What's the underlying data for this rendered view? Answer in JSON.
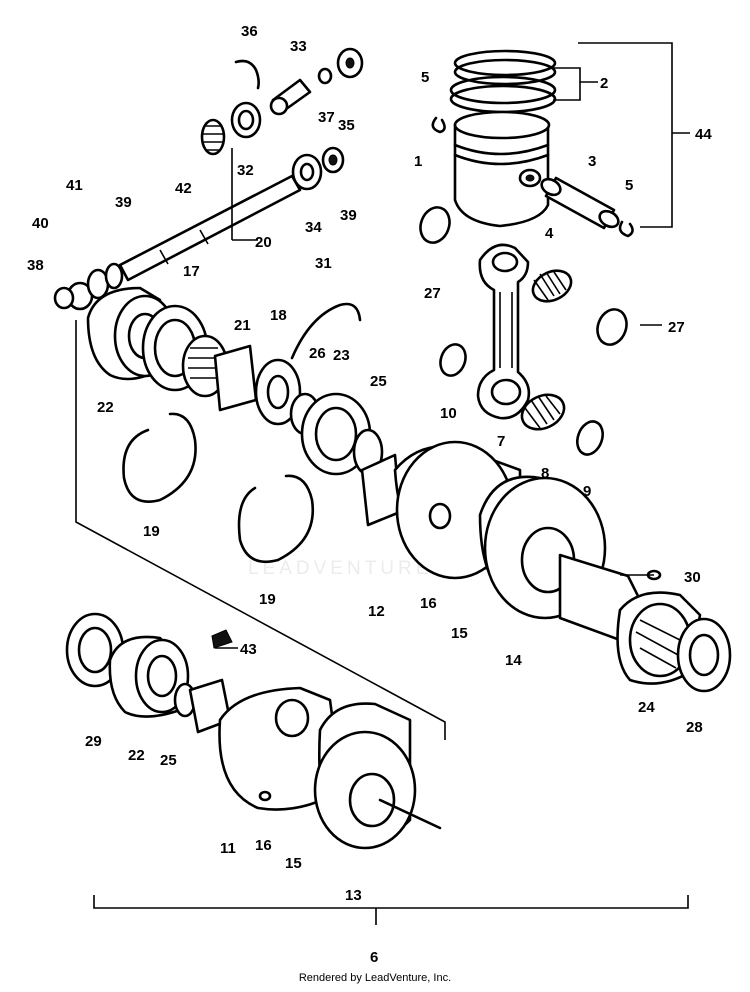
{
  "diagram": {
    "watermark": "LEADVENTURE",
    "footer": "Rendered by LeadVenture, Inc.",
    "callouts": [
      {
        "id": "c36",
        "label": "36"
      },
      {
        "id": "c33",
        "label": "33"
      },
      {
        "id": "c37",
        "label": "37"
      },
      {
        "id": "c35",
        "label": "35"
      },
      {
        "id": "c32",
        "label": "32"
      },
      {
        "id": "c34",
        "label": "34"
      },
      {
        "id": "c39a",
        "label": "39"
      },
      {
        "id": "c39b",
        "label": "39"
      },
      {
        "id": "c42",
        "label": "42"
      },
      {
        "id": "c41",
        "label": "41"
      },
      {
        "id": "c40",
        "label": "40"
      },
      {
        "id": "c38",
        "label": "38"
      },
      {
        "id": "c20",
        "label": "20"
      },
      {
        "id": "c17",
        "label": "17"
      },
      {
        "id": "c31",
        "label": "31"
      },
      {
        "id": "c21",
        "label": "21"
      },
      {
        "id": "c18",
        "label": "18"
      },
      {
        "id": "c26",
        "label": "26"
      },
      {
        "id": "c23",
        "label": "23"
      },
      {
        "id": "c25a",
        "label": "25"
      },
      {
        "id": "c22a",
        "label": "22"
      },
      {
        "id": "c19a",
        "label": "19"
      },
      {
        "id": "c19b",
        "label": "19"
      },
      {
        "id": "c5a",
        "label": "5"
      },
      {
        "id": "c2",
        "label": "2"
      },
      {
        "id": "c44",
        "label": "44"
      },
      {
        "id": "c1",
        "label": "1"
      },
      {
        "id": "c3",
        "label": "3"
      },
      {
        "id": "c5b",
        "label": "5"
      },
      {
        "id": "c4",
        "label": "4"
      },
      {
        "id": "c27a",
        "label": "27"
      },
      {
        "id": "c27b",
        "label": "27"
      },
      {
        "id": "c10",
        "label": "10"
      },
      {
        "id": "c7",
        "label": "7"
      },
      {
        "id": "c8",
        "label": "8"
      },
      {
        "id": "c9",
        "label": "9"
      },
      {
        "id": "c12",
        "label": "12"
      },
      {
        "id": "c16a",
        "label": "16"
      },
      {
        "id": "c15a",
        "label": "15"
      },
      {
        "id": "c14",
        "label": "14"
      },
      {
        "id": "c30",
        "label": "30"
      },
      {
        "id": "c24",
        "label": "24"
      },
      {
        "id": "c28",
        "label": "28"
      },
      {
        "id": "c43",
        "label": "43"
      },
      {
        "id": "c29",
        "label": "29"
      },
      {
        "id": "c22b",
        "label": "22"
      },
      {
        "id": "c25b",
        "label": "25"
      },
      {
        "id": "c11",
        "label": "11"
      },
      {
        "id": "c16b",
        "label": "16"
      },
      {
        "id": "c15b",
        "label": "15"
      },
      {
        "id": "c13",
        "label": "13"
      },
      {
        "id": "c6",
        "label": "6"
      }
    ]
  }
}
